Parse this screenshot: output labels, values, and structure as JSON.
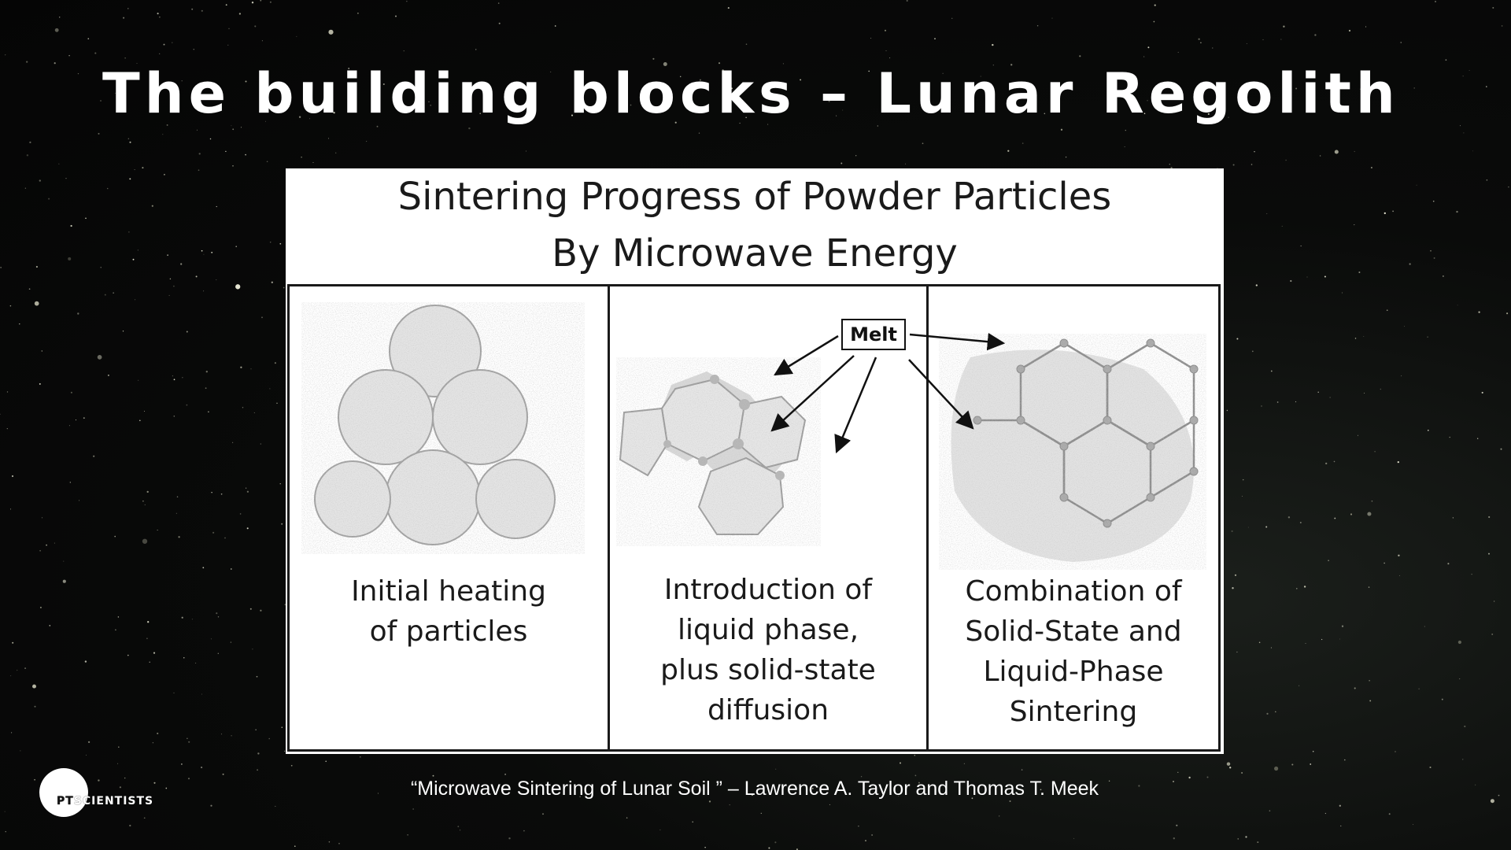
{
  "slide": {
    "title": "The building blocks – Lunar Regolith",
    "citation": "“Microwave Sintering of Lunar Soil ” – Lawrence A. Taylor and Thomas T. Meek"
  },
  "figure": {
    "title_line1": "Sintering Progress of Powder Particles",
    "title_line2": "By Microwave Energy",
    "melt_label": "Melt",
    "panels": [
      {
        "caption": [
          "Initial heating",
          "of particles"
        ]
      },
      {
        "caption": [
          "Introduction of",
          "liquid phase,",
          "plus solid-state",
          "diffusion"
        ]
      },
      {
        "caption": [
          "Combination of",
          "Solid-State and",
          "Liquid-Phase",
          "Sintering"
        ]
      }
    ]
  },
  "logo": {
    "pt": "PT",
    "name": "SCIENTISTS"
  },
  "colors": {
    "background": "#050505",
    "title_text": "#ffffff",
    "figure_bg": "#ffffff",
    "ink": "#1a1a1a",
    "particle_fill": "#e2e2e2",
    "particle_edge": "#9a9a9a"
  }
}
